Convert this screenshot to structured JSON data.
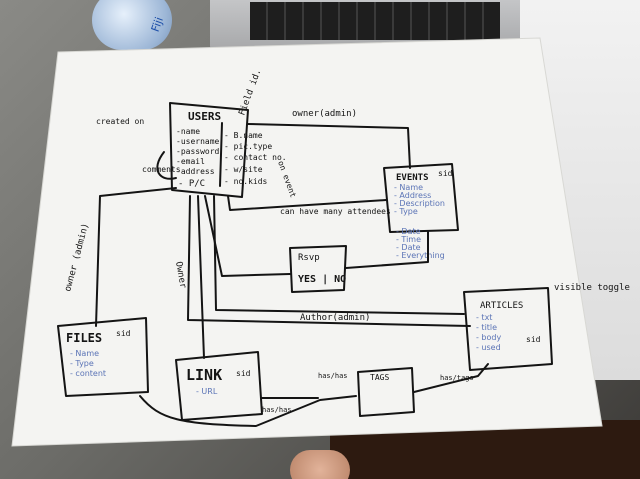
{
  "scene": {
    "bottle_label": "Fiji"
  },
  "diagram": {
    "users": {
      "title": "USERS",
      "note": "Field id.",
      "fields_left": [
        "-name",
        "-username",
        "-password",
        "-email",
        "-address",
        "- P/C"
      ],
      "fields_right": [
        "- B.name",
        "- pic.type",
        "- contact no.",
        "- w/site",
        "- no.kids"
      ]
    },
    "events": {
      "title": "EVENTS",
      "note": "sid",
      "fields": [
        "- Name",
        "- Address",
        "- Description",
        "- Type",
        "- Date",
        "- Time",
        "- Date",
        "- Everything"
      ]
    },
    "files": {
      "title": "FILES",
      "note": "sid",
      "fields": [
        "- Name",
        "- Type",
        "- content"
      ]
    },
    "link": {
      "title": "LINK",
      "note": "sid",
      "fields": [
        "- URL"
      ]
    },
    "tags": {
      "title": "TAGS"
    },
    "articles": {
      "title": "ARTICLES",
      "note": "sid",
      "fields": [
        "- txt",
        "- title",
        "- body",
        "- used"
      ]
    },
    "rsvp": {
      "title": "Rsvp",
      "choices": "YES | NO"
    },
    "labels": {
      "owner_admin_top": "owner(admin)",
      "created_on": "created on",
      "owner_admin_left": "owner (admin)",
      "owner_mid": "Owner",
      "author_admin": "Author(admin)",
      "can_have_many": "can have many attendees",
      "comments": "comments",
      "visible_toggle": "visible toggle",
      "on_event": "on event",
      "has_tags_1": "has/has",
      "has_tags_2": "has/has",
      "has_tags_3": "has/tags"
    }
  }
}
